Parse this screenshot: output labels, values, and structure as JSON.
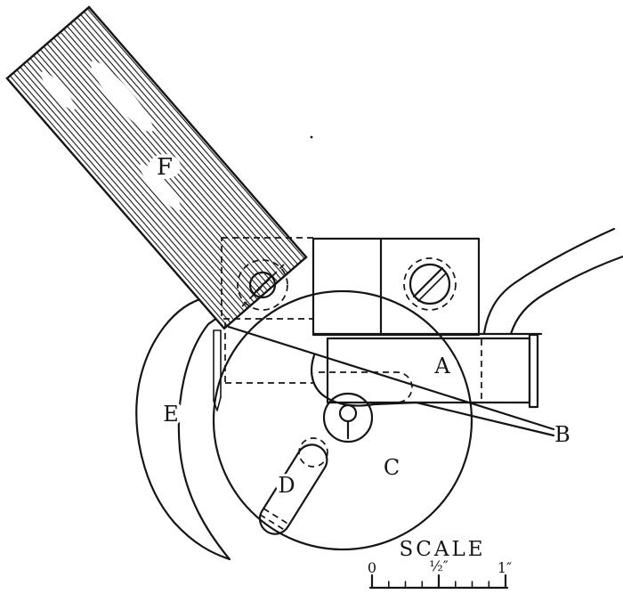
{
  "figure": {
    "part_labels": {
      "a": "A",
      "b": "B",
      "c": "C",
      "d": "D",
      "e": "E",
      "f": "F"
    },
    "scale_bar": {
      "caption": "SCALE",
      "tick_labels": [
        "0",
        "½″",
        "1″"
      ]
    },
    "colors": {
      "ink": "#151515",
      "paper": "#ffffff"
    }
  }
}
